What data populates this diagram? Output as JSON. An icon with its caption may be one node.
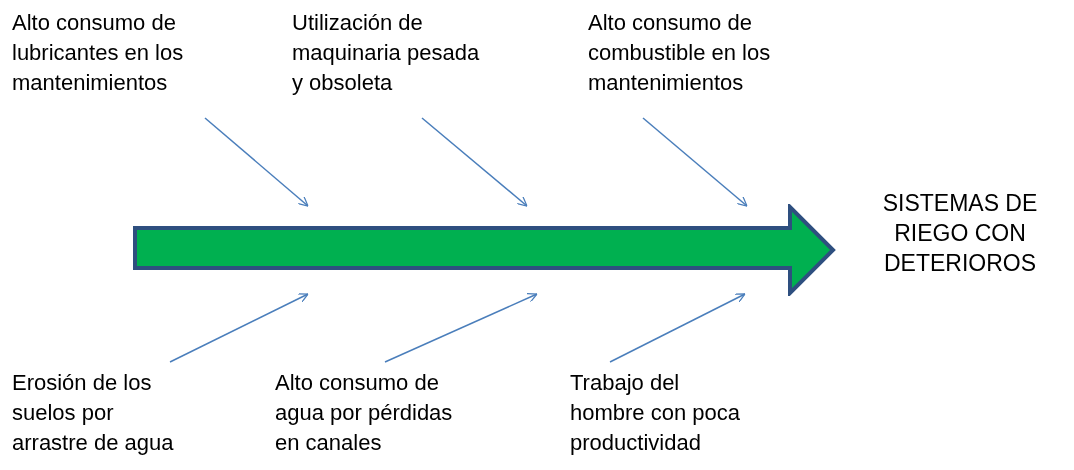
{
  "diagram": {
    "nodes": [
      {
        "text": [
          "Alto consumo de lubricantes en los mantenimientos"
        ]
      },
      {
        "text": [
          "Utilización de maquinaria pesada y obsoleta"
        ]
      },
      {
        "text": [
          "Alto consumo de combustible en los mantenimientos"
        ]
      },
      {
        "text": [
          "Erosión de los suelos por arrastre de agua"
        ]
      },
      {
        "text": [
          "Alto consumo de agua por pérdidas en canales"
        ]
      },
      {
        "text": [
          "Trabajo del hombre con poca productividad"
        ]
      },
      {
        "text": [],
        "shape": "arrow"
      },
      {
        "text": [
          "SISTEMAS DE RIEGO CON DETERIOROS"
        ]
      }
    ],
    "edges": [
      {
        "from": 0,
        "to": 6,
        "arrow": "to"
      },
      {
        "from": 1,
        "to": 6,
        "arrow": "to"
      },
      {
        "from": 2,
        "to": 6,
        "arrow": "to"
      },
      {
        "from": 3,
        "to": 6,
        "arrow": "to"
      },
      {
        "from": 4,
        "to": 6,
        "arrow": "to"
      },
      {
        "from": 5,
        "to": 6,
        "arrow": "to"
      }
    ]
  }
}
